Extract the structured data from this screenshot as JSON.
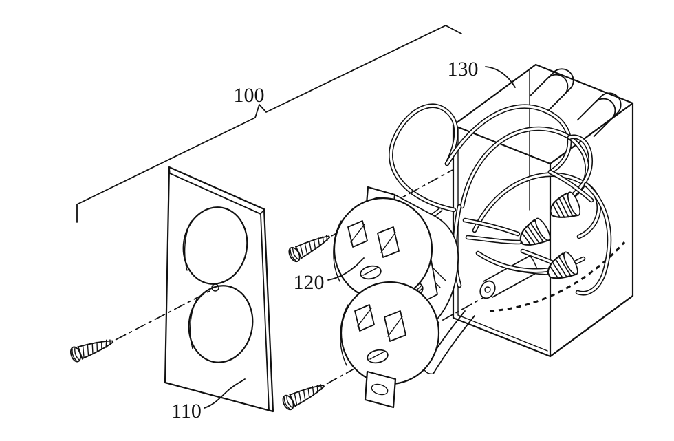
{
  "labels": {
    "l100": "100",
    "l110": "110",
    "l120": "120",
    "l130": "130"
  },
  "colors": {
    "line": "#111111",
    "background": "#ffffff"
  }
}
